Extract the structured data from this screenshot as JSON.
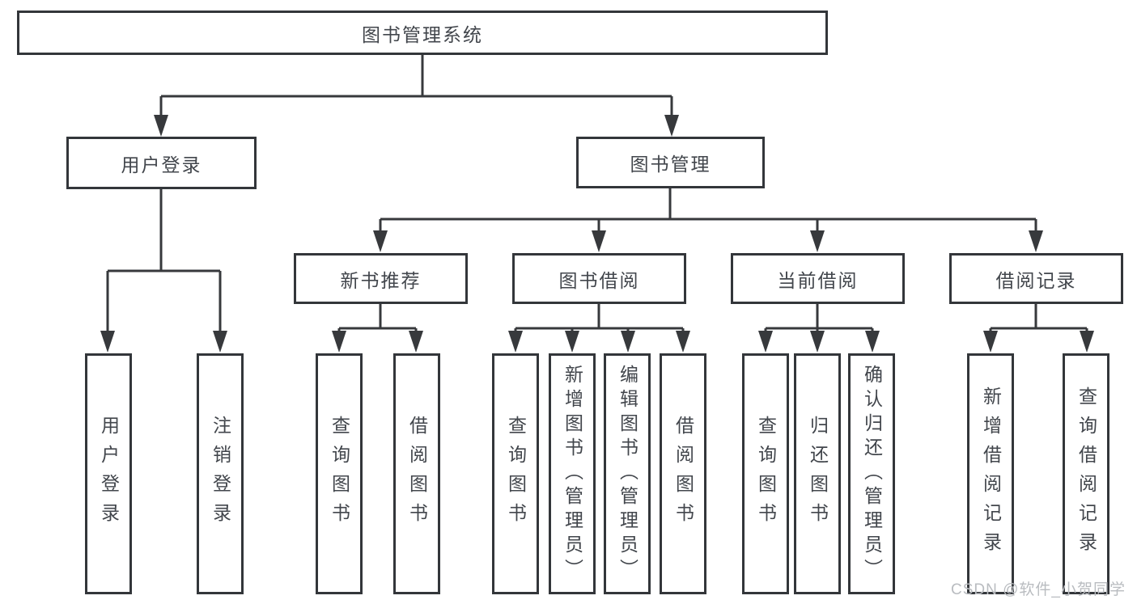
{
  "colors": {
    "line": "#37393c",
    "border": "#33363a",
    "text": "#42464c",
    "background": "#ffffff",
    "watermark": "#b9bcc0"
  },
  "diagram": {
    "root": {
      "label": "图书管理系统"
    },
    "level2": {
      "user_login": {
        "label": "用户登录"
      },
      "book_mgmt": {
        "label": "图书管理"
      }
    },
    "level3": {
      "new_book_rec": {
        "label": "新书推荐"
      },
      "book_borrow": {
        "label": "图书借阅"
      },
      "current_borrow": {
        "label": "当前借阅"
      },
      "borrow_records": {
        "label": "借阅记录"
      }
    },
    "level4": {
      "login": {
        "label": "用户登录"
      },
      "logout": {
        "label": "注销登录"
      },
      "rec_query_books": {
        "label": "查询图书"
      },
      "rec_borrow_books": {
        "label": "借阅图书"
      },
      "borrow_query_books": {
        "label": "查询图书"
      },
      "borrow_add_books": {
        "label": "新增图书（管理员）"
      },
      "borrow_edit_books": {
        "label": "编辑图书（管理员）"
      },
      "borrow_borrow_books": {
        "label": "借阅图书"
      },
      "current_query_books": {
        "label": "查询图书"
      },
      "current_return_books": {
        "label": "归还图书"
      },
      "current_confirm_return": {
        "label": "确认归还（管理员）"
      },
      "records_add_record": {
        "label": "新增借阅记录"
      },
      "records_query_record": {
        "label": "查询借阅记录"
      }
    }
  },
  "watermark": {
    "text": "CSDN @软件_小贺同学"
  }
}
